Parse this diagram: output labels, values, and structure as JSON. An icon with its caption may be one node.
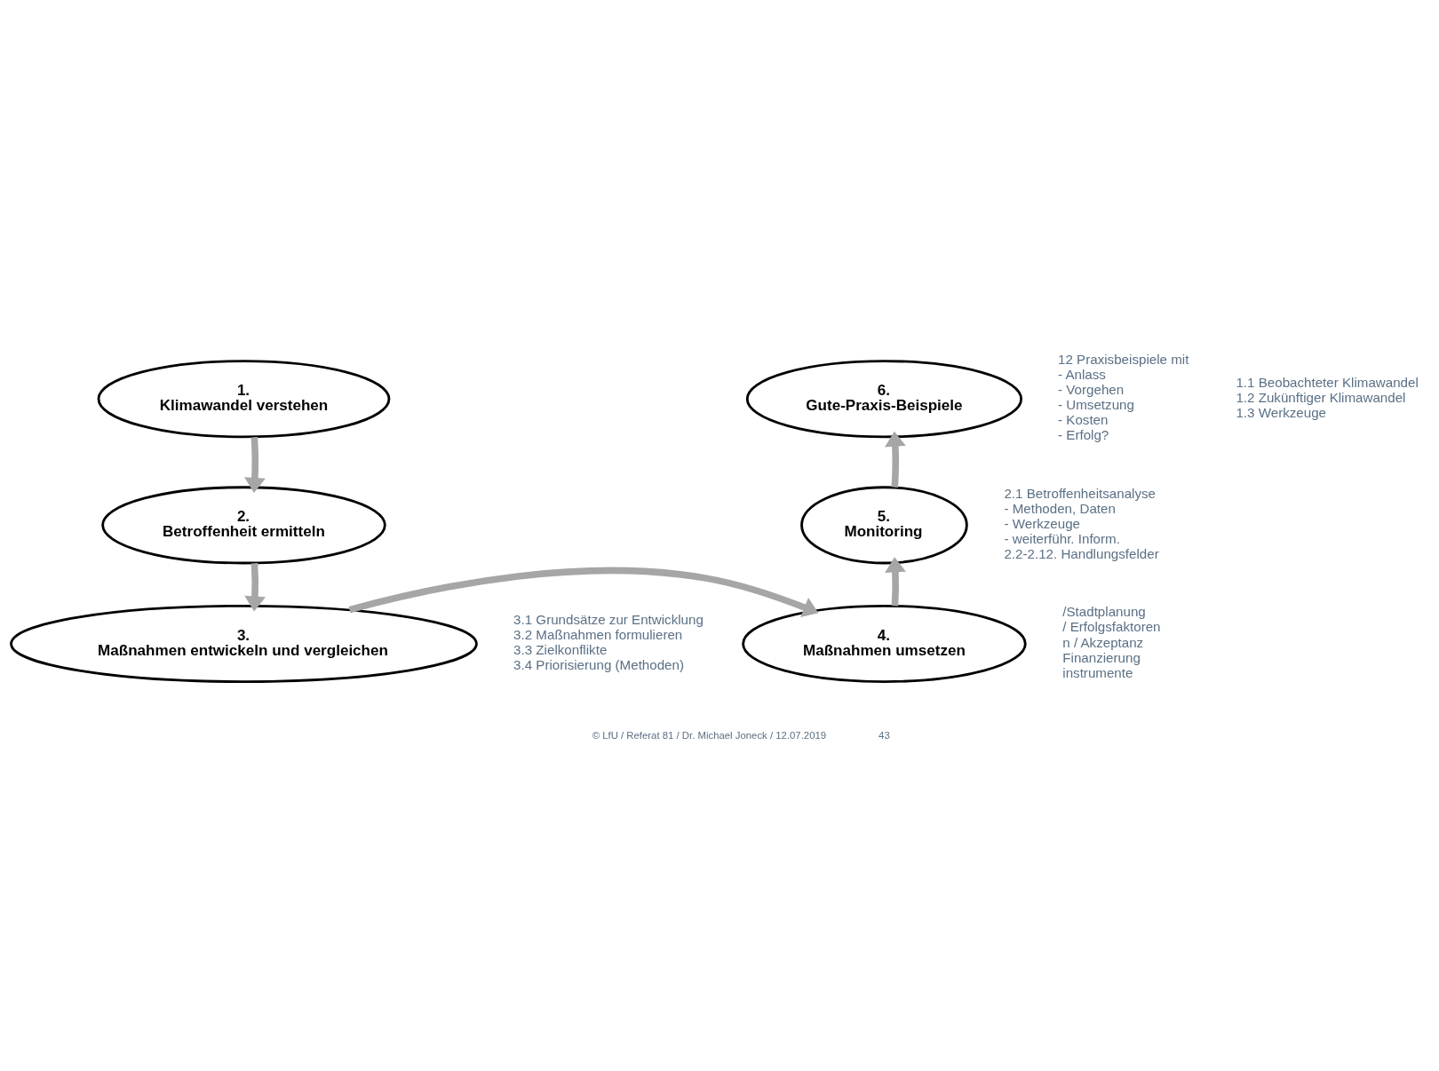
{
  "diagram": {
    "nodes": [
      {
        "text": [
          "1.",
          "Klimawandel verstehen"
        ],
        "beside": [
          "1.1 Beobachteter Klimawandel",
          "1.2 Zukünftiger Klimawandel",
          "1.3 Werkzeuge"
        ]
      },
      {
        "text": [
          "2.",
          "Betroffenheit ermitteln"
        ],
        "beside": [
          "2.1 Betroffenheitsanalyse",
          "- Methoden, Daten",
          "- Werkzeuge",
          "- weiterführ. Inform.",
          "2.2-2.12. Handlungsfelder"
        ]
      },
      {
        "text": [
          "3.",
          "Maßnahmen entwickeln und vergleichen"
        ],
        "beside": [
          "3.1 Grundsätze zur Entwicklung",
          "3.2 Maßnahmen formulieren",
          "3.3 Zielkonflikte",
          "3.4 Priorisierung (Methoden)"
        ]
      },
      {
        "text": [
          "4.",
          "Maßnahmen umsetzen"
        ],
        "beside": [
          "/Stadtplanung",
          "/ Erfolgsfaktoren",
          "n / Akzeptanz",
          "Finanzierung",
          "instrumente"
        ]
      },
      {
        "text": [
          "5.",
          "Monitoring"
        ]
      },
      {
        "text": [
          "6.",
          "Gute-Praxis-Beispiele"
        ],
        "beside": [
          "12 Praxisbeispiele mit",
          "- Anlass",
          "- Vorgehen",
          "- Umsetzung",
          "- Kosten",
          "- Erfolg?"
        ]
      }
    ],
    "edges": [
      {
        "from": 0,
        "to": 1,
        "arrow": "to"
      },
      {
        "from": 1,
        "to": 2,
        "arrow": "to"
      },
      {
        "from": 2,
        "to": 3,
        "arrow": "to"
      },
      {
        "from": 3,
        "to": 4,
        "arrow": "to"
      },
      {
        "from": 4,
        "to": 5,
        "arrow": "to"
      }
    ],
    "labels": [
      "43",
      "© LfU / Referat 81 / Dr. Michael Joneck / 12.07.2019"
    ]
  }
}
